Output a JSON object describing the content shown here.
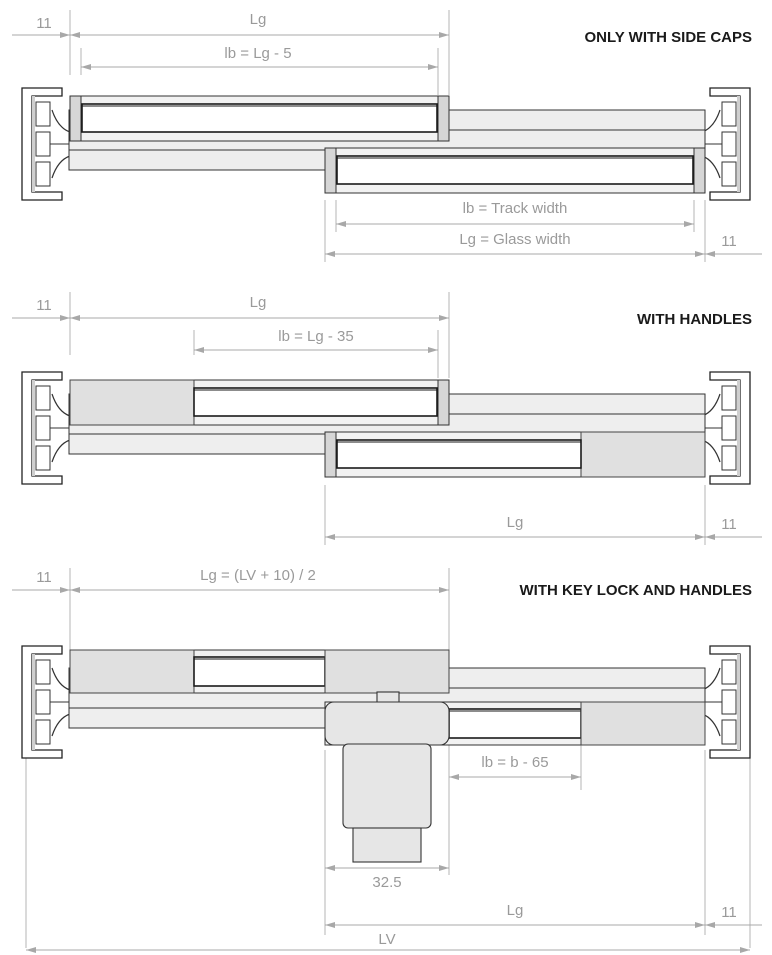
{
  "sections": [
    {
      "title": "ONLY WITH SIDE CAPS",
      "labels": {
        "left_offset": "11",
        "lg_top": "Lg",
        "lb_top": "lb = Lg - 5",
        "lb_bottom": "lb = Track width",
        "lg_bottom": "Lg = Glass width",
        "right_offset": "11"
      }
    },
    {
      "title": "WITH HANDLES",
      "labels": {
        "left_offset": "11",
        "lg_top": "Lg",
        "lb_top": "lb = Lg - 35",
        "lg_bottom": "Lg",
        "right_offset": "11"
      }
    },
    {
      "title": "WITH KEY LOCK AND HANDLES",
      "labels": {
        "left_offset": "11",
        "lg_top": "Lg = (LV + 10) / 2",
        "lb_mid": "lb = b - 65",
        "lock_width": "32.5",
        "lg_bottom": "Lg",
        "right_offset": "11",
        "lv": "LV"
      }
    }
  ]
}
